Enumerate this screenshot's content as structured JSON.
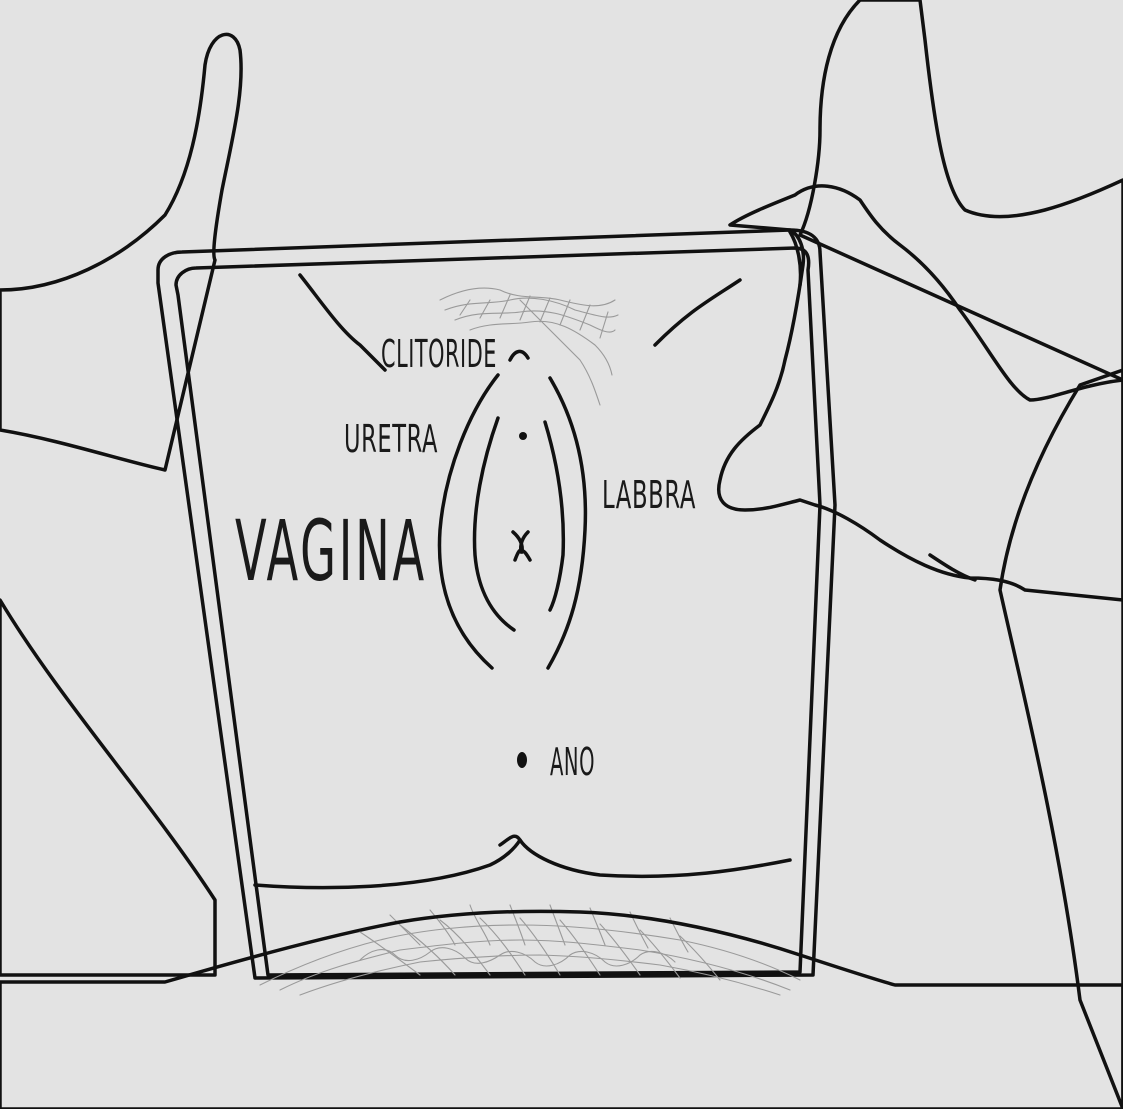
{
  "colors": {
    "background": "#e3e3e3",
    "skin": "#ffffff",
    "ink": "#111111",
    "hair": "#9a9a9a"
  },
  "labels": {
    "clitoris": "CLITORIDE",
    "urethra": "URETRA",
    "labia": "LABBRA",
    "vagina": "VAGINA",
    "anus": "ANO"
  },
  "icons": {
    "mirror": "hand-mirror-icon"
  }
}
